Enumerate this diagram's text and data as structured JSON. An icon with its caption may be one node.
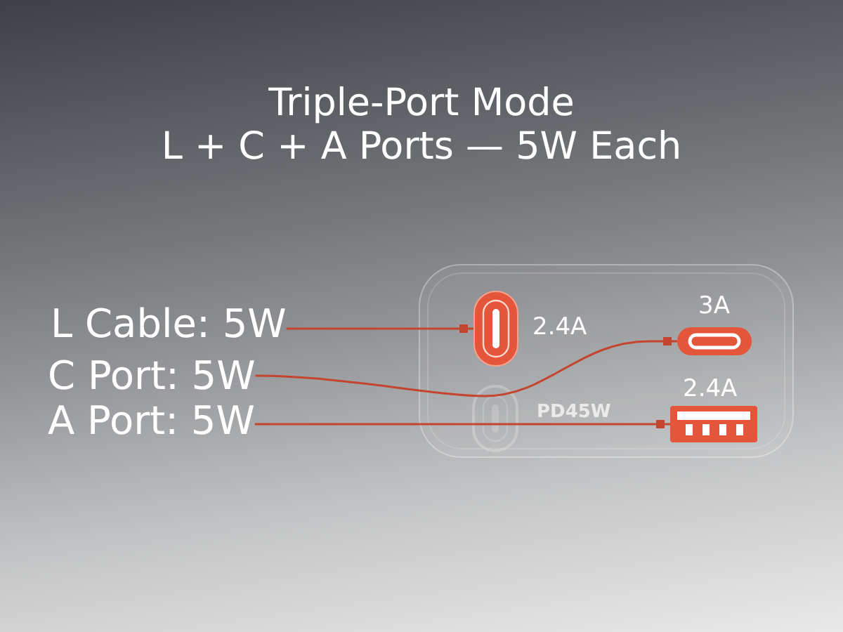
{
  "diagram": {
    "title": "Triple-Port Mode L + C + A Ports — 5W Each",
    "nodes": [
      {
        "text": [
          "L Cable: 5W"
        ]
      },
      {
        "text": [
          "C Port: 5W"
        ]
      },
      {
        "text": [
          "A Port: 5W"
        ]
      },
      {
        "text": [],
        "shape": "box"
      },
      {
        "text": [],
        "shape": "picture",
        "in": 3,
        "beside": [
          "2.4A"
        ]
      },
      {
        "text": [],
        "shape": "picture",
        "in": 3,
        "beside": [
          "3A"
        ]
      },
      {
        "text": [],
        "shape": "picture",
        "in": 3,
        "beside": [
          "2.4A"
        ]
      }
    ],
    "edges": [
      {
        "from": 0,
        "to": 4,
        "arrow": "other"
      },
      {
        "from": 1,
        "to": 5,
        "arrow": "other"
      },
      {
        "from": 2,
        "to": 6,
        "arrow": "other"
      }
    ],
    "labels": [
      "PD45W"
    ]
  }
}
